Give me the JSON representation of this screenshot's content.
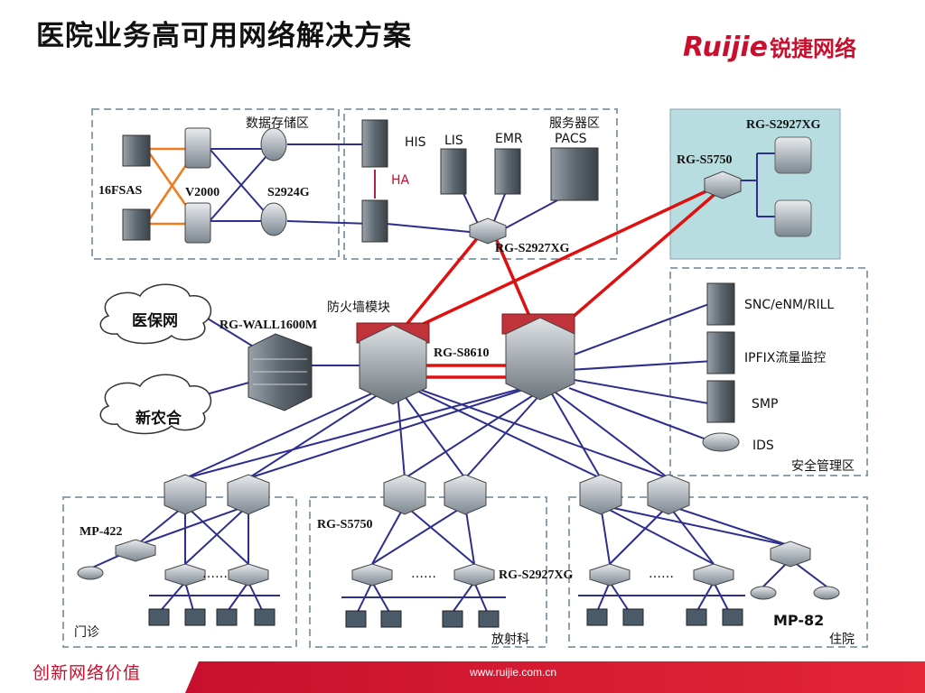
{
  "title": "医院业务高可用网络解决方案",
  "logo": {
    "brand_en": "Ruijie",
    "brand_cn": "锐捷网络"
  },
  "zones": {
    "storage": "数据存储区",
    "server": "服务器区",
    "security": "安全管理区",
    "outpatient": "门诊",
    "radiology": "放射科",
    "inpatient": "住院"
  },
  "servers": {
    "his": "HIS",
    "lis": "LIS",
    "emr": "EMR",
    "pacs": "PACS",
    "ha": "HA"
  },
  "storage_devices": {
    "fsas": "16FSAS",
    "v2000": "V2000",
    "s2924g": "S2924G"
  },
  "switches": {
    "server_access": "RG-S2927XG",
    "remote_s5750": "RG-S5750",
    "remote_s2927": "RG-S2927XG",
    "core": "RG-S8610",
    "firewall": "RG-WALL1600M",
    "fw_module": "防火墙模块",
    "dist_s5750": "RG-S5750",
    "access_s2927": "RG-S2927XG",
    "ap_left": "MP-422",
    "ap_right": "MP-82"
  },
  "clouds": {
    "insurance": "医保网",
    "rural_coop": "新农合"
  },
  "security_items": [
    "SNC/eNM/RILL",
    "IPFIX流量监控",
    "SMP",
    "IDS"
  ],
  "ellipsis": "……",
  "footer": {
    "slogan": "创新网络价值",
    "url": "www.ruijie.com.cn"
  },
  "colors": {
    "accent": "#c8102e",
    "link": "#2e2e8f",
    "redlink": "#e01010",
    "teal_zone": "#b8dde0"
  }
}
